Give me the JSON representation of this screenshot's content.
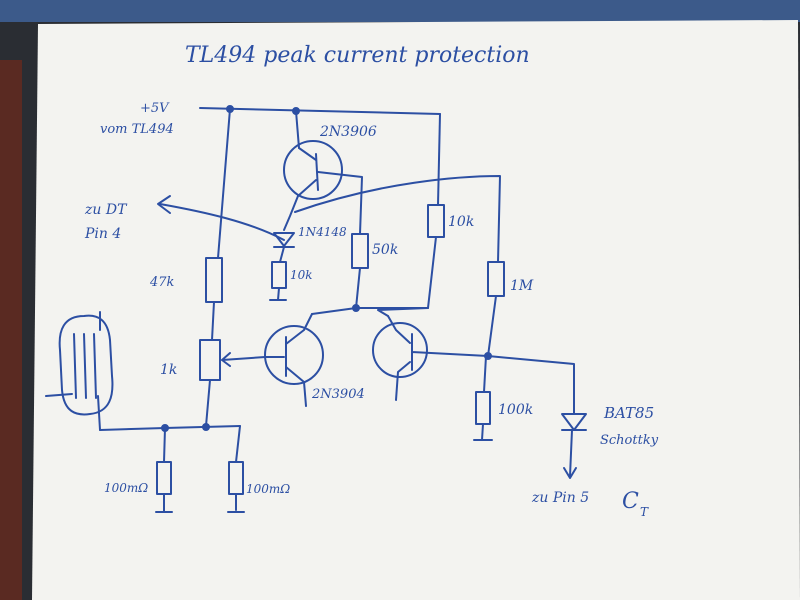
{
  "title": "TL494 peak current protection",
  "supply": {
    "voltage": "+5V",
    "source": "vom TL494"
  },
  "output_dt": {
    "line1": "zu DT",
    "line2": "Pin 4"
  },
  "output_ct": {
    "label": "zu Pin 5",
    "symbol": "C",
    "subscript": "T"
  },
  "components": {
    "q_top": "2N3906",
    "q_mid": "2N3904",
    "diode_1": "1N4148",
    "r_10k_a": "10k",
    "r_50k": "50k",
    "r_10k_b": "10k",
    "r_47k": "47k",
    "r_1M": "1M",
    "pot_1k": "1k",
    "r_100k": "100k",
    "diode_bat": "BAT85",
    "diode_bat_note": "Schottky",
    "r_shunt_1": "100mΩ",
    "r_shunt_2": "100mΩ"
  },
  "colors": {
    "ink": "#2c4fa3",
    "paper": "#f3f3f0",
    "background": "#2a2d33",
    "blue_strip": "#3c5a8a"
  }
}
